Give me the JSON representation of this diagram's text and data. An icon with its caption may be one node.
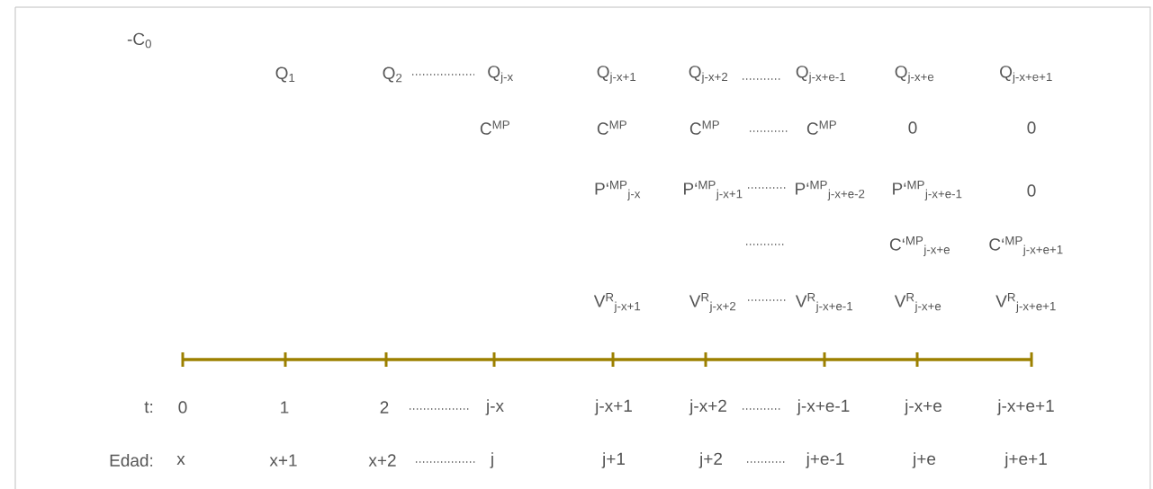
{
  "diagram": {
    "labels": [
      "-C$_{0}$",
      "Q$_{1}$",
      "Q$_{2}$",
      "Q$_{j-x}$",
      "Q$_{j-x+1}$",
      "Q$_{j-x+2}$",
      "Q$_{j-x+e-1}$",
      "Q$_{j-x+e}$",
      "Q$_{j-x+e+1}$",
      "C$^{MP}$",
      "C$^{MP}$",
      "C$^{MP}$",
      "C$^{MP}$",
      "0",
      "0",
      "P‘$^{MP}$$_{j-x}$",
      "P‘$^{MP}$$_{j-x+1}$",
      "P‘$^{MP}$$_{j-x+e-2}$",
      "P‘$^{MP}$$_{j-x+e-1}$",
      "0",
      "C‘$^{MP}$$_{j-x+e}$",
      "C‘$^{MP}$$_{j-x+e+1}$",
      "V$^{R}$$_{j-x+1}$",
      "V$^{R}$$_{j-x+2}$",
      "V$^{R}$$_{j-x+e-1}$",
      "V$^{R}$$_{j-x+e}$",
      "V$^{R}$$_{j-x+e+1}$",
      "t:",
      "0",
      "1",
      "2",
      "j-x",
      "j-x+1",
      "j-x+2",
      "j-x+e-1",
      "j-x+e",
      "j-x+e+1",
      "Edad:",
      "x",
      "x+1",
      "x+2",
      "j",
      "j+1",
      "j+2",
      "j+e-1",
      "j+e",
      "j+e+1"
    ]
  }
}
